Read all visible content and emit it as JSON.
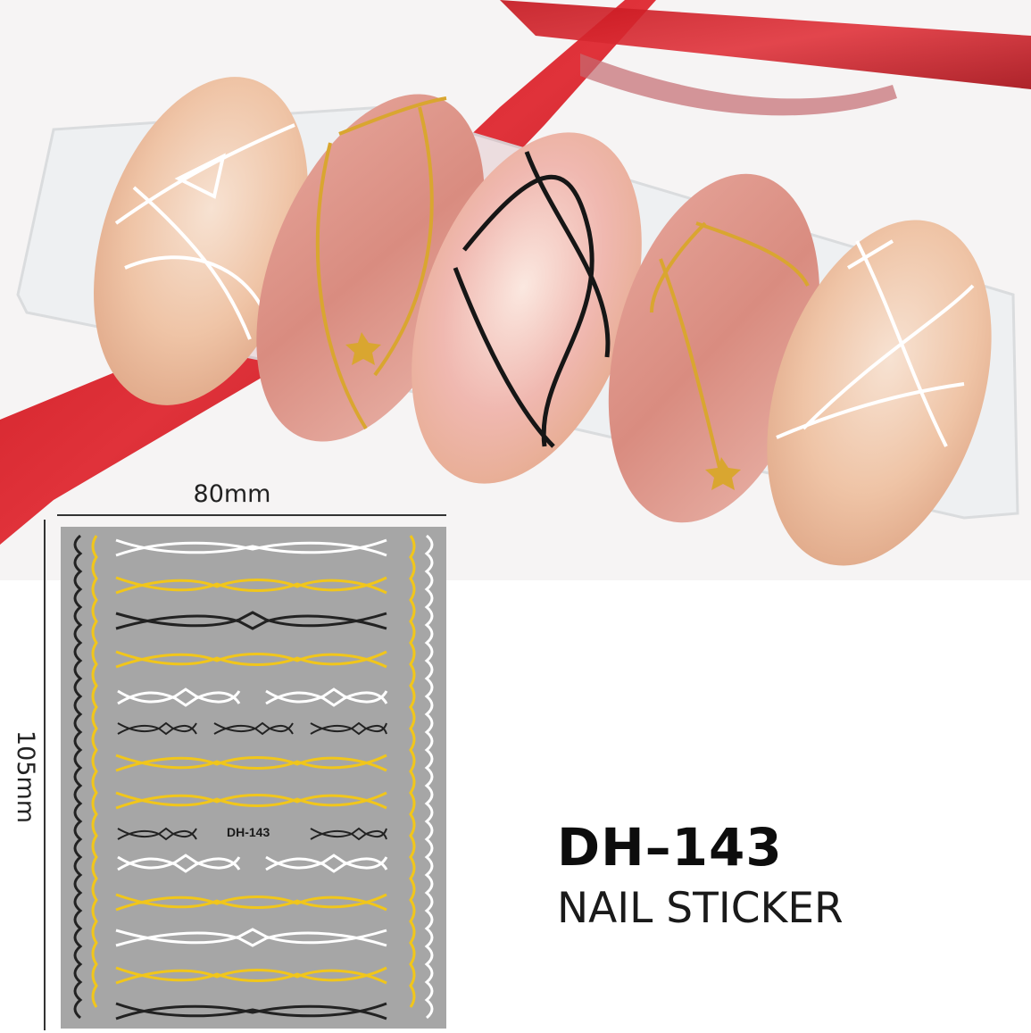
{
  "photo": {
    "icon": "nail-art-photo"
  },
  "dimensions": {
    "width_label": "80mm",
    "height_label": "105mm"
  },
  "sticker_sheet": {
    "code": "DH-143",
    "colors": {
      "gold": "#f1c61b",
      "white": "#ffffff",
      "black": "#222222",
      "sheet": "#a6a6a6"
    }
  },
  "product": {
    "code": "DH–143",
    "subtitle": "NAIL STICKER"
  }
}
